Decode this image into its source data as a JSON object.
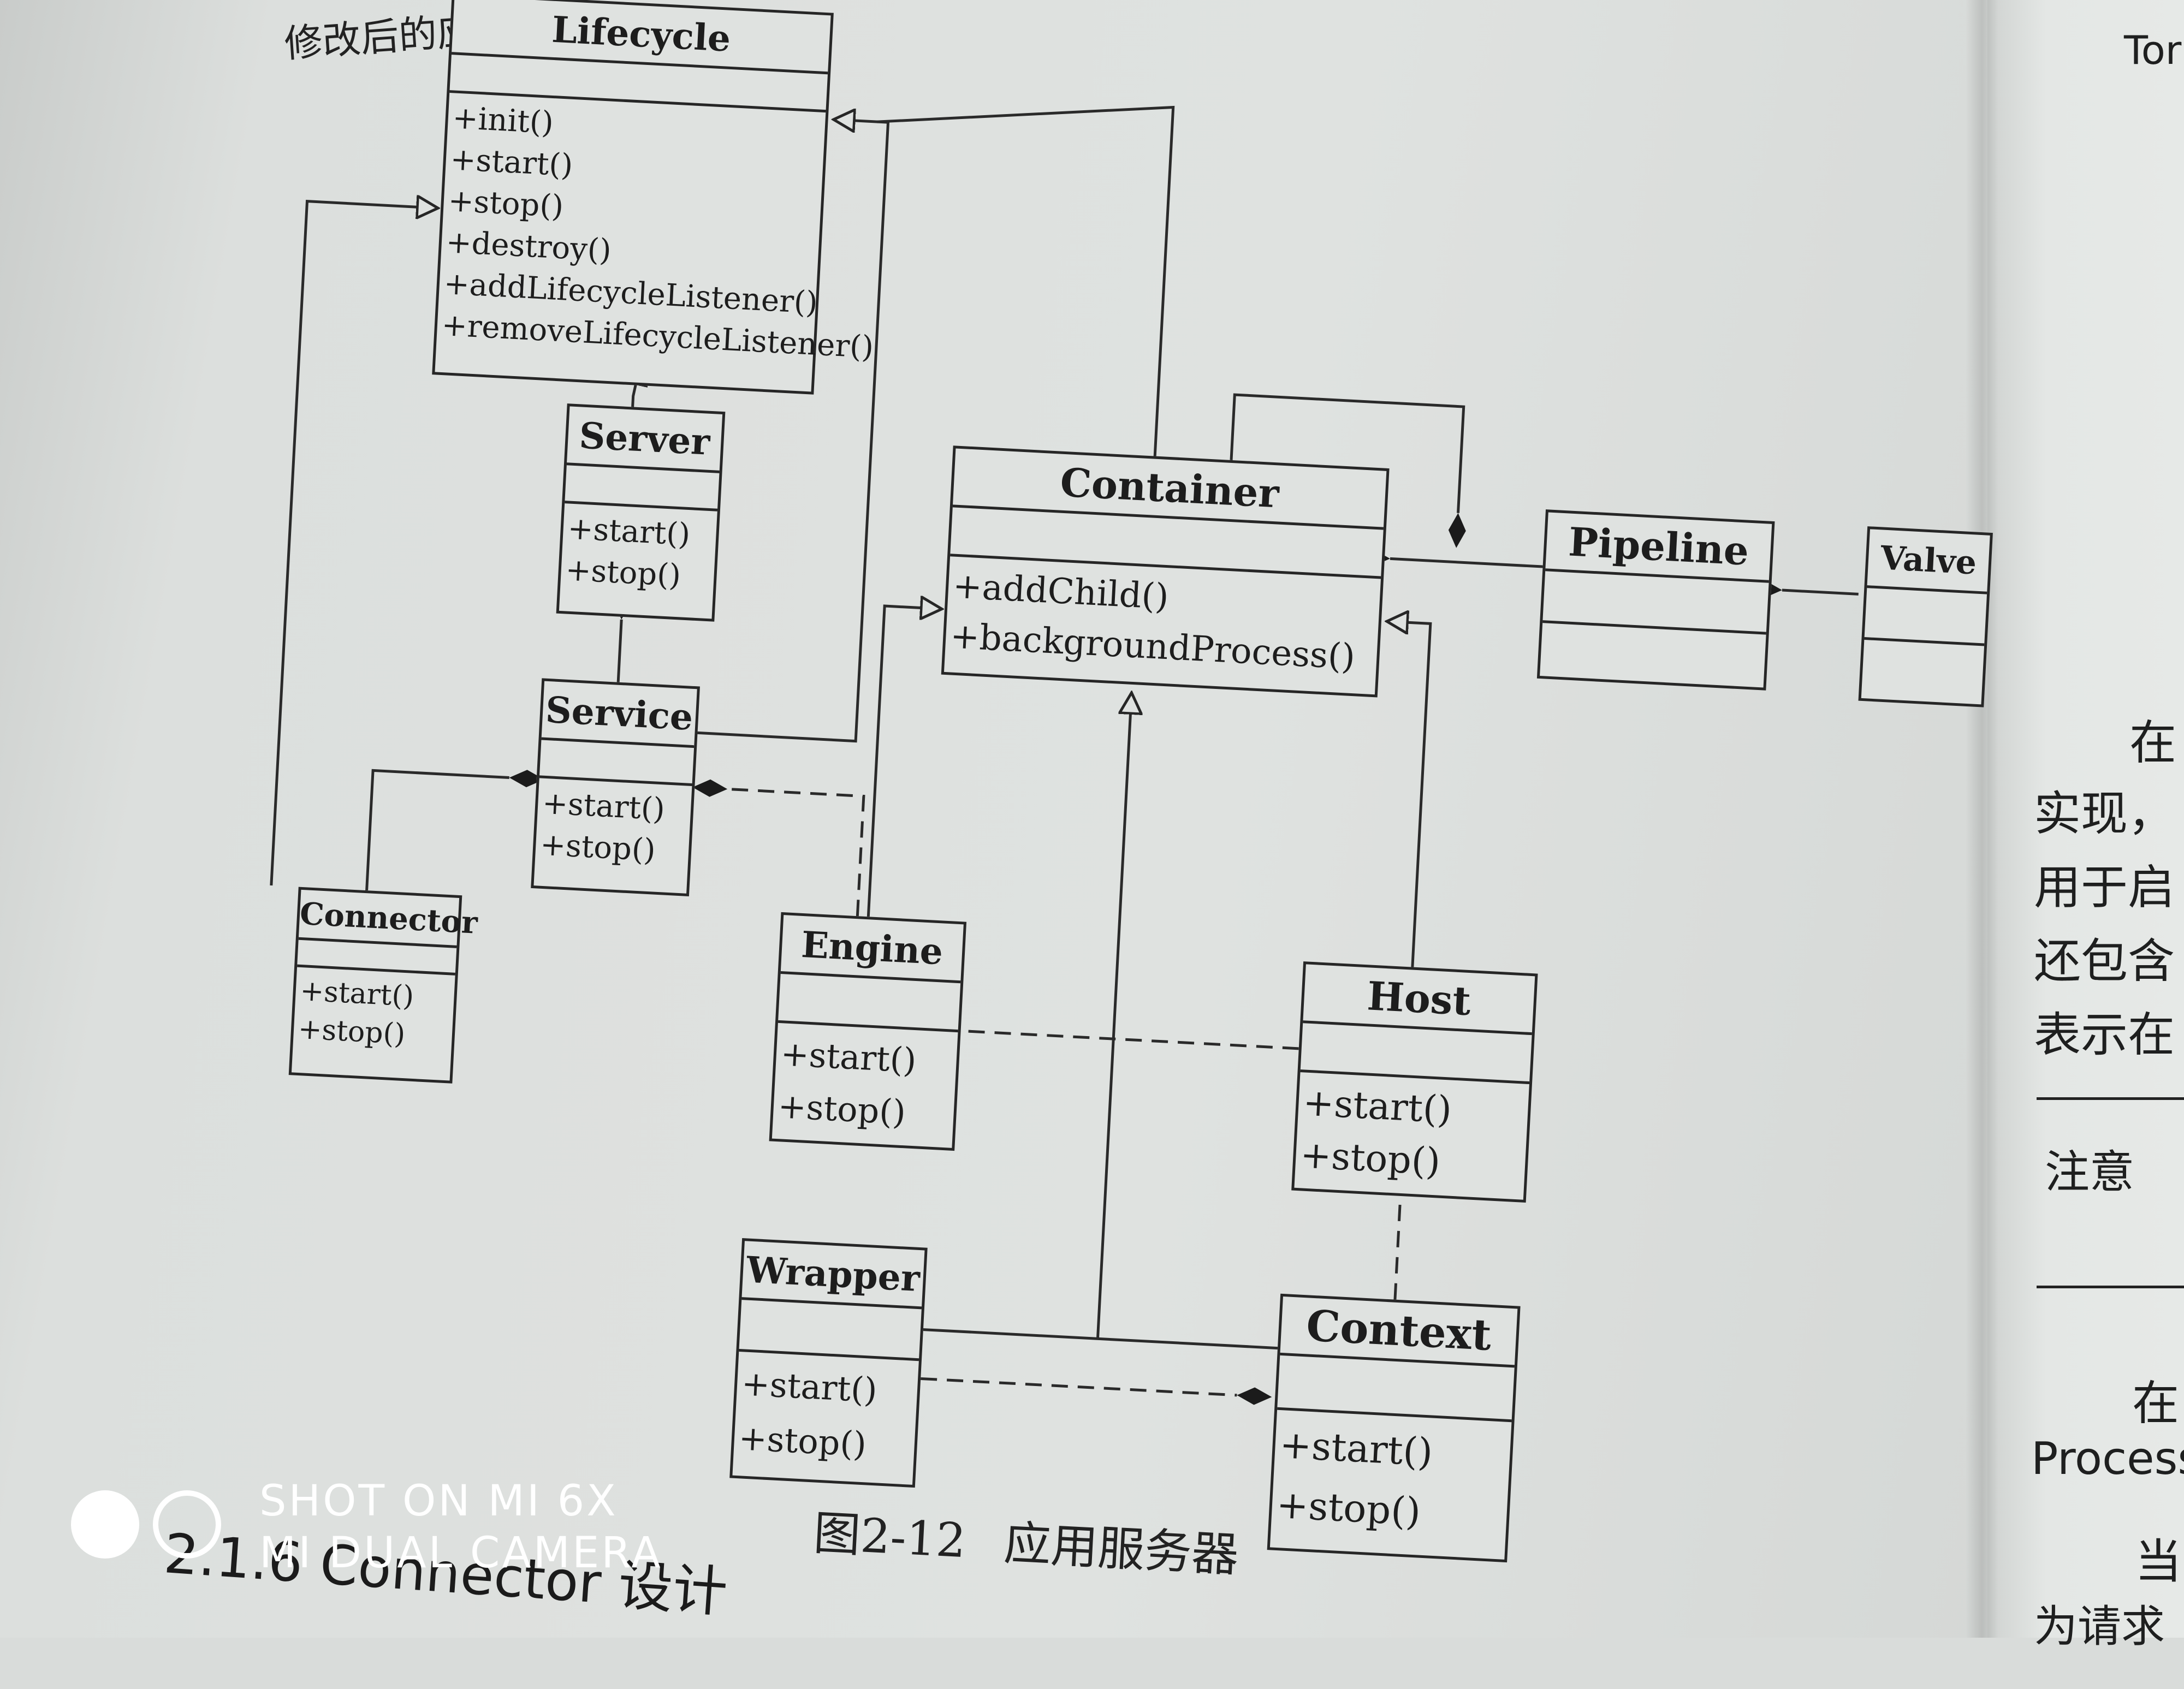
{
  "top_note": "修改后的应用",
  "classes": {
    "lifecycle": {
      "name": "Lifecycle",
      "ops": [
        "+init()",
        "+start()",
        "+stop()",
        "+destroy()",
        "+addLifecycleListener()",
        "+removeLifecycleListener()"
      ]
    },
    "server": {
      "name": "Server",
      "ops": [
        "+start()",
        "+stop()"
      ]
    },
    "service": {
      "name": "Service",
      "ops": [
        "+start()",
        "+stop()"
      ]
    },
    "connector": {
      "name": "Connector",
      "ops": [
        "+start()",
        "+stop()"
      ]
    },
    "container": {
      "name": "Container",
      "ops": [
        "+addChild()",
        "+backgroundProcess()"
      ]
    },
    "pipeline": {
      "name": "Pipeline",
      "ops": []
    },
    "valve": {
      "name": "Valve",
      "ops": []
    },
    "engine": {
      "name": "Engine",
      "ops": [
        "+start()",
        "+stop()"
      ]
    },
    "host": {
      "name": "Host",
      "ops": [
        "+start()",
        "+stop()"
      ]
    },
    "wrapper": {
      "name": "Wrapper",
      "ops": [
        "+start()",
        "+stop()"
      ]
    },
    "context": {
      "name": "Context",
      "ops": [
        "+start()",
        "+stop()"
      ]
    }
  },
  "caption": {
    "number": "图2-12",
    "title": "应用服务器"
  },
  "section_heading": "2.1.6  Connector 设计",
  "right_page": {
    "lines": [
      "Tor",
      "在",
      "实现，",
      "用于启",
      "还包含",
      "表示在",
      "注意",
      "在",
      "Process",
      "当",
      "为请求"
    ]
  },
  "watermark": {
    "line1": "SHOT ON MI 6X",
    "line2": "MI DUAL CAMERA"
  }
}
